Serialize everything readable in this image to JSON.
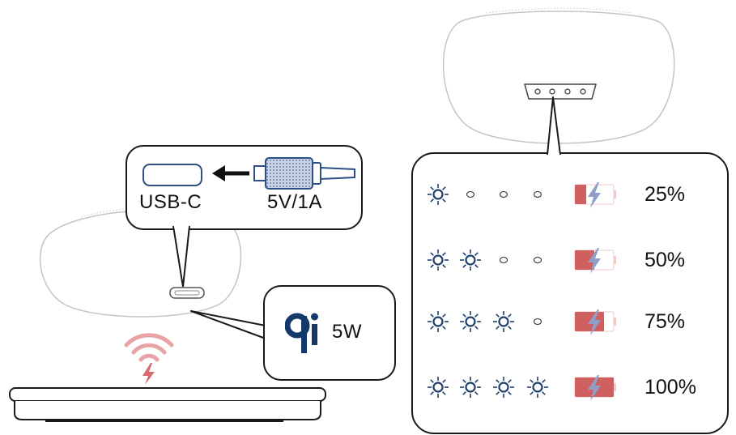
{
  "usb_callout": {
    "port_label": "USB-C",
    "cable_label": "5V/1A"
  },
  "qi_callout": {
    "logo_text": "qi",
    "power_label": "5W"
  },
  "battery_levels": [
    {
      "percent_label": "25%",
      "leds_lit": 1,
      "fill_fraction": 0.25
    },
    {
      "percent_label": "50%",
      "leds_lit": 2,
      "fill_fraction": 0.5
    },
    {
      "percent_label": "75%",
      "leds_lit": 3,
      "fill_fraction": 0.75
    },
    {
      "percent_label": "100%",
      "leds_lit": 4,
      "fill_fraction": 1.0
    }
  ],
  "colors": {
    "outline": "#1a1a1a",
    "case_outline": "#bdbdbd",
    "led_blue": "#1f3f6b",
    "battery_red": "#d0605f",
    "bolt_blue": "#8f9fc8",
    "wireless_pink": "#e7a3a5",
    "cable_blue": "#2e4f86",
    "qi_blue": "#13386a"
  },
  "icons": {
    "wireless": "wireless-charging-waves-icon",
    "bolt": "lightning-bolt-icon",
    "qi": "qi-logo-icon",
    "arrow": "arrow-left-icon"
  }
}
